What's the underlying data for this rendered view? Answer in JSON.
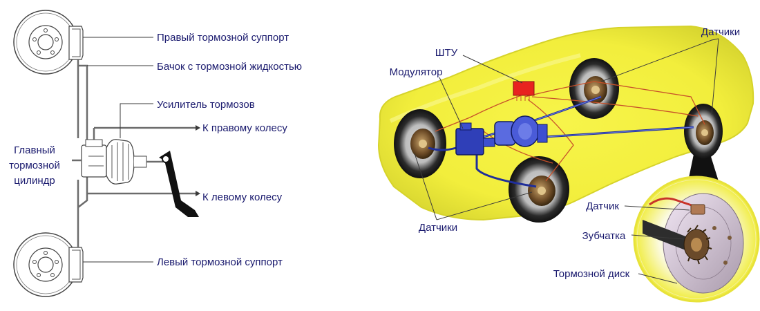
{
  "left_diagram": {
    "labels": {
      "right_caliper": "Правый тормозной суппорт",
      "fluid_reservoir": "Бачок с тормозной жидкостью",
      "brake_booster": "Усилитель тормозов",
      "to_right_wheel": "К правому колесу",
      "to_left_wheel": "К левому колесу",
      "left_caliper": "Левый тормозной суппорт",
      "master_cylinder": [
        "Главный",
        "тормозной",
        "цилиндр"
      ]
    }
  },
  "right_diagram": {
    "labels": {
      "sensors_top": "Датчики",
      "ecu": "ШТУ",
      "modulator": "Модулятор",
      "sensors_bottom": "Датчики",
      "inset_sensor": "Датчик",
      "inset_gear": "Зубчатка",
      "inset_disc": "Тормозной диск"
    },
    "colors": {
      "car_body": "#f2ee3c",
      "hydraulic_lines": "#1f2e9a",
      "wires": "#c8512a",
      "ecu": "#e8231f"
    }
  }
}
